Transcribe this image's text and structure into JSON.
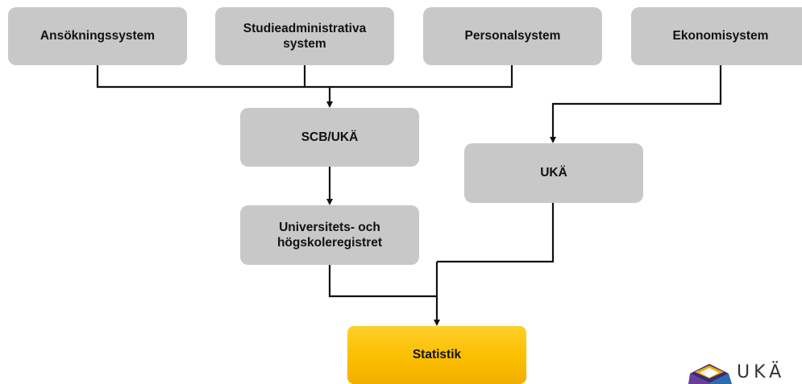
{
  "nodes": {
    "ansokning": "Ansökningssystem",
    "studieadm": "Studieadministrativa system",
    "personal": "Personalsystem",
    "ekonomi": "Ekonomisystem",
    "scb_uka": "SCB/UKÄ",
    "uka": "UKÄ",
    "register": "Universitets- och högskoleregistret",
    "statistik": "Statistik"
  },
  "logo": {
    "text": "UKÄ",
    "colors": [
      "#3a2a78",
      "#6a3d9a",
      "#f2a900",
      "#ffffff"
    ]
  },
  "colors": {
    "node_fill": "#c8c8c8",
    "highlight_fill": "#fbbe00",
    "connector": "#111111"
  }
}
